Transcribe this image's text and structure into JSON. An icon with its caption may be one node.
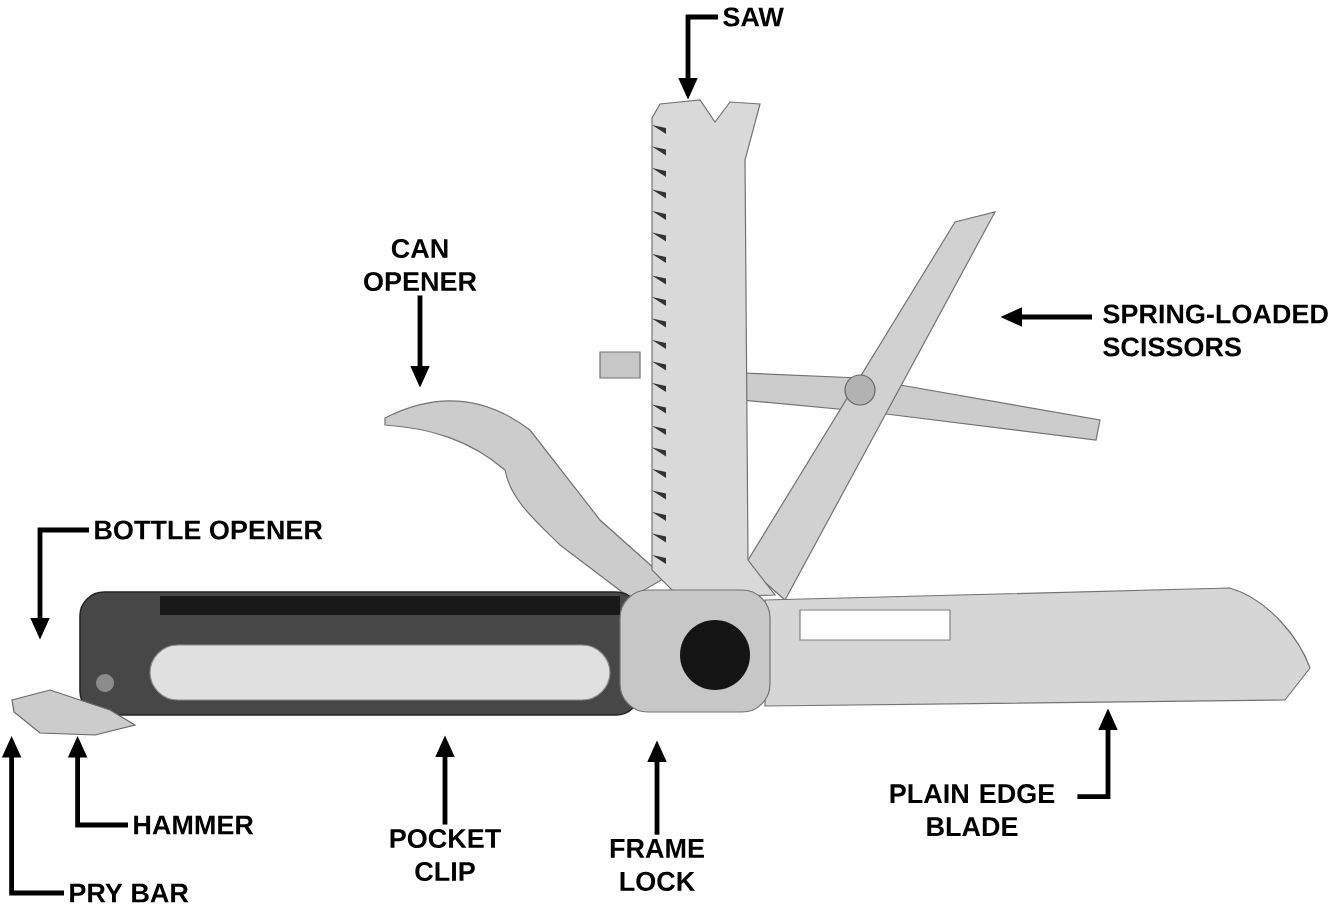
{
  "diagram": {
    "nodes": [
      {
        "text": [
          "SAW"
        ]
      },
      {
        "text": [
          "CAN OPENER"
        ]
      },
      {
        "text": [
          "SPRING-LOADED SCISSORS"
        ]
      },
      {
        "text": [
          "BOTTLE OPENER"
        ]
      },
      {
        "text": [
          "PLAIN EDGE BLADE"
        ]
      },
      {
        "text": [
          "HAMMER"
        ]
      },
      {
        "text": [
          "POCKET CLIP"
        ]
      },
      {
        "text": [
          "FRAME LOCK"
        ]
      },
      {
        "text": [
          "PRY BAR"
        ]
      },
      {
        "text": [],
        "shape": "picture"
      }
    ],
    "edges": [
      {
        "from": 0,
        "to": null,
        "arrow": "to"
      },
      {
        "from": 1,
        "to": null,
        "arrow": "to"
      },
      {
        "from": 2,
        "to": null,
        "arrow": "to"
      },
      {
        "from": 3,
        "to": null,
        "arrow": "to"
      },
      {
        "from": 4,
        "to": null,
        "arrow": "to"
      },
      {
        "from": 5,
        "to": 9,
        "arrow": "to"
      },
      {
        "from": 6,
        "to": null,
        "arrow": "to"
      },
      {
        "from": 7,
        "to": null,
        "arrow": "to"
      },
      {
        "from": 8,
        "to": 9,
        "arrow": "to"
      }
    ]
  }
}
